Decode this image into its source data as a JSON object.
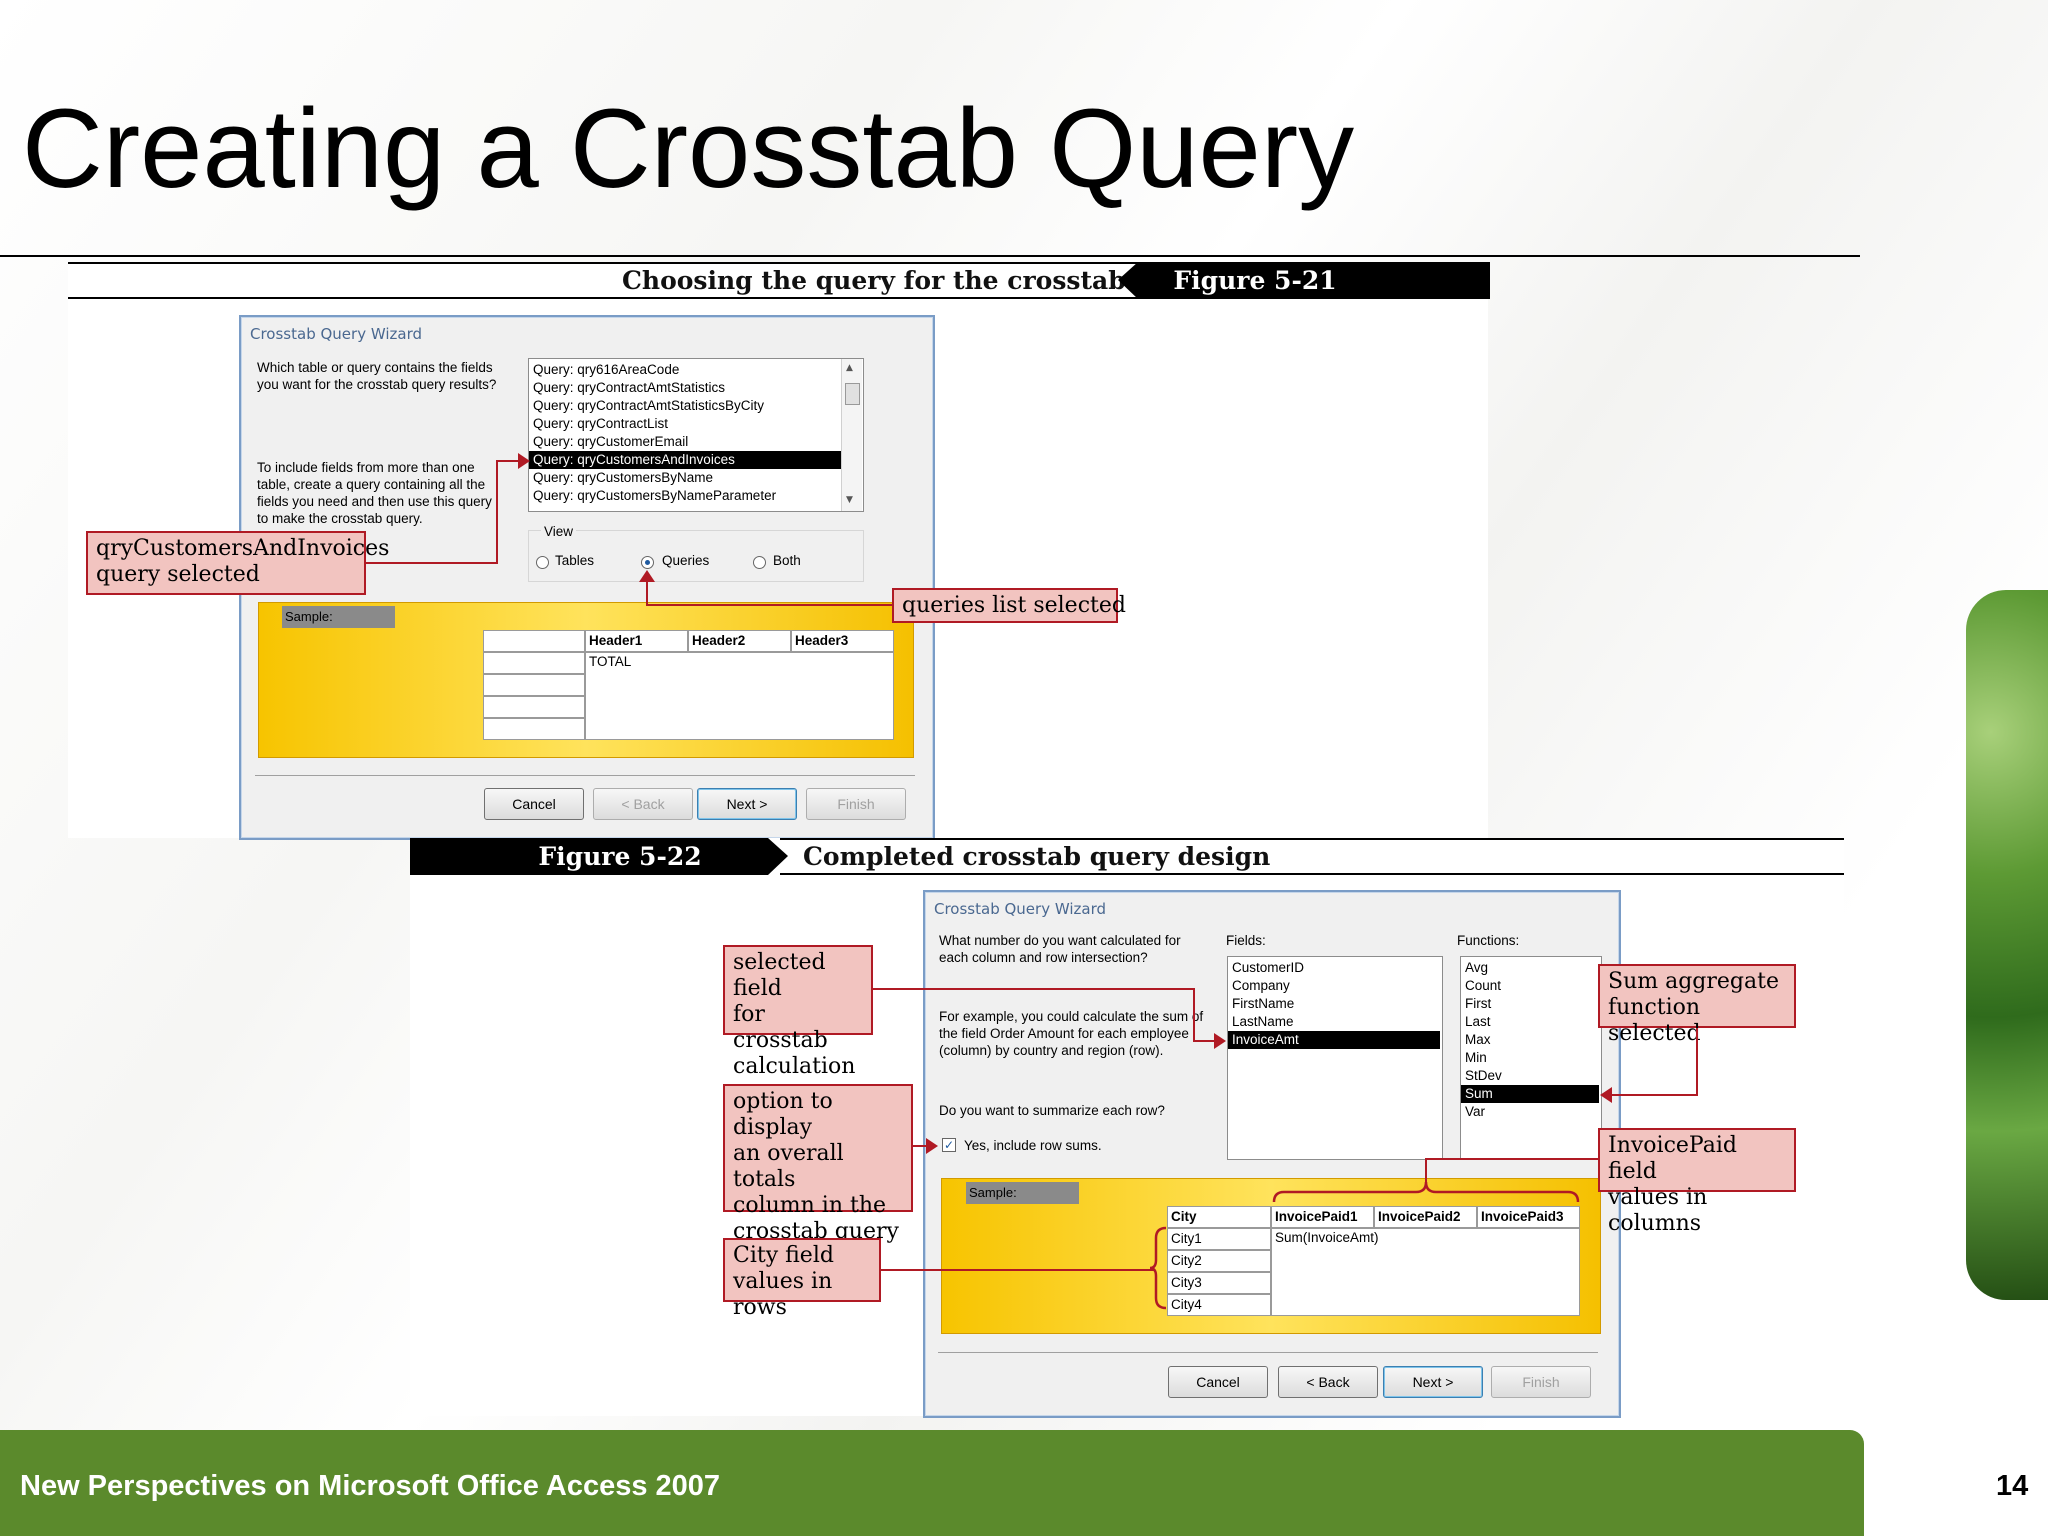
{
  "slide": {
    "title": "Creating a Crosstab Query",
    "footer_text": "New Perspectives on Microsoft Office Access 2007",
    "page_number": "14"
  },
  "figure1": {
    "caption": "Choosing the query for the crosstab query",
    "tag": "Figure 5-21",
    "dialog_title": "Crosstab Query Wizard",
    "prompt": "Which table or query contains the fields you want for the crosstab query results?",
    "hint": "To include fields from more than one table, create a query containing all the fields you need and then use this query to make the crosstab query.",
    "list_items": [
      {
        "label": "Query: qry616AreaCode",
        "selected": false
      },
      {
        "label": "Query: qryContractAmtStatistics",
        "selected": false
      },
      {
        "label": "Query: qryContractAmtStatisticsByCity",
        "selected": false
      },
      {
        "label": "Query: qryContractList",
        "selected": false
      },
      {
        "label": "Query: qryCustomerEmail",
        "selected": false
      },
      {
        "label": "Query: qryCustomersAndInvoices",
        "selected": true
      },
      {
        "label": "Query: qryCustomersByName",
        "selected": false
      },
      {
        "label": "Query: qryCustomersByNameParameter",
        "selected": false
      }
    ],
    "view_label": "View",
    "view_options": [
      {
        "label": "Tables",
        "checked": false
      },
      {
        "label": "Queries",
        "checked": true
      },
      {
        "label": "Both",
        "checked": false
      }
    ],
    "sample_label": "Sample:",
    "grid_headers": [
      "Header1",
      "Header2",
      "Header3"
    ],
    "grid_value": "TOTAL",
    "buttons": {
      "cancel": "Cancel",
      "back": "< Back",
      "next": "Next >",
      "finish": "Finish"
    },
    "callouts": {
      "query_selected": "qryCustomersAndInvoices\nquery selected",
      "queries_list": "queries list selected"
    }
  },
  "figure2": {
    "tag": "Figure 5-22",
    "caption": "Completed crosstab query design",
    "dialog_title": "Crosstab Query Wizard",
    "prompt": "What number do you want calculated for each column and row intersection?",
    "example": "For example, you could calculate the sum of the field Order Amount for each employee (column) by country and region (row).",
    "summarize_question": "Do you want to summarize each row?",
    "checkbox_label": "Yes, include row sums.",
    "fields_label": "Fields:",
    "fields": [
      {
        "label": "CustomerID",
        "selected": false
      },
      {
        "label": "Company",
        "selected": false
      },
      {
        "label": "FirstName",
        "selected": false
      },
      {
        "label": "LastName",
        "selected": false
      },
      {
        "label": "InvoiceAmt",
        "selected": true
      }
    ],
    "functions_label": "Functions:",
    "functions": [
      {
        "label": "Avg",
        "selected": false
      },
      {
        "label": "Count",
        "selected": false
      },
      {
        "label": "First",
        "selected": false
      },
      {
        "label": "Last",
        "selected": false
      },
      {
        "label": "Max",
        "selected": false
      },
      {
        "label": "Min",
        "selected": false
      },
      {
        "label": "StDev",
        "selected": false
      },
      {
        "label": "Sum",
        "selected": true
      },
      {
        "label": "Var",
        "selected": false
      }
    ],
    "sample_label": "Sample:",
    "row_header": "City",
    "rows": [
      "City1",
      "City2",
      "City3",
      "City4"
    ],
    "col_headers": [
      "InvoicePaid1",
      "InvoicePaid2",
      "InvoicePaid3"
    ],
    "cell_value": "Sum(InvoiceAmt)",
    "buttons": {
      "cancel": "Cancel",
      "back": "< Back",
      "next": "Next >",
      "finish": "Finish"
    },
    "callouts": {
      "selected_field": "selected field\nfor crosstab\ncalculation",
      "option_display": "option to display\nan overall totals\ncolumn in the\ncrosstab query",
      "city_field": "City field\nvalues in rows",
      "sum_aggregate": "Sum aggregate\nfunction selected",
      "invoicepaid": "InvoicePaid field\nvalues in columns"
    }
  }
}
